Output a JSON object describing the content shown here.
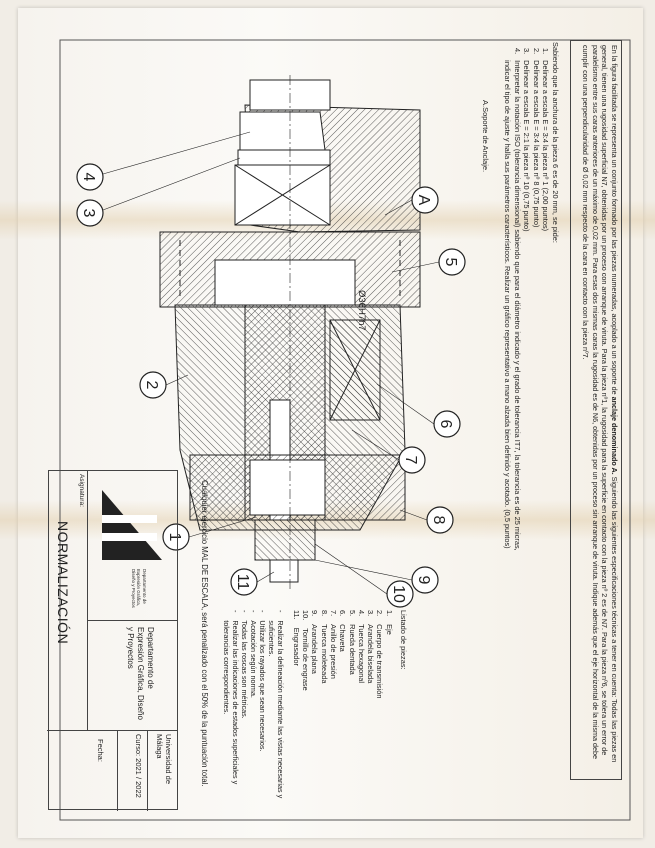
{
  "statement": {
    "intro": "En la figura facilitada se representa un conjunto formado por las piezas numeradas, acoplado a un soporte de",
    "support_name": "anclaje denominado A.",
    "rest": "Siguiendo las siguientes especificaciones técnicas a tener en cuenta: Todas las piezas en general, tienen una rugosidad superficial N7, obtenidas por un proceso con arranque de viruta. Para la pieza nº1, la rugosidad para la superficie en contacto con la pieza nº 2 es de N7. Para la pieza nº6, se tolera un error de paralelismo entre sus caras anteriores de un máximo de 0,02 mm. Para esas dos mismas caras la rugosidad es de N6, obtenidas por un proceso sin arranque de viruta. Indique además que el eje horizontal de la misma debe cumplir con una perpendicularidad de Ø 0,02 mm respecto de la cara en contacto con la pieza nº7."
  },
  "questions": {
    "lead": "Sabiendo que la anchura de la pieza 6 es de 20 mm, se pide:",
    "items": [
      {
        "n": "1.",
        "text": "Delinear a escala E = 3:4 la pieza nº 1 (2,00 puntos)"
      },
      {
        "n": "2.",
        "text": "Delinear a escala E = 3:4 la pieza nº 8 (0,75 punto)"
      },
      {
        "n": "3.",
        "text": "Delinear a escala E = 2:1 la pieza nº 10 (0,75 punto)"
      },
      {
        "n": "4.",
        "text": "Interpretar la notación ISO (tolerancia dimensional) sabiendo que para el diámetro indicado y el grado de tolerancia IT7, la tolerancia es de 25 micras, indicar el tipo de ajuste y halla sus parámetros característicos. Realizar un gráfico representativo a mano alzada bien definido y acotado. (0,5 puntos)"
      }
    ]
  },
  "support_label": "A.Soporte de Anclaje.",
  "dimension": "Ø36H7h7",
  "balloons": [
    "A",
    "5",
    "6",
    "7",
    "8",
    "9",
    "10",
    "11",
    "1",
    "2",
    "3",
    "4"
  ],
  "parts_list": {
    "title": "Listado de piezas:",
    "items": [
      {
        "n": "1.",
        "name": "Eje"
      },
      {
        "n": "2.",
        "name": "Cuerpo de transmisión"
      },
      {
        "n": "3.",
        "name": "Arandela biselada"
      },
      {
        "n": "4.",
        "name": "Tuerca hexagonal"
      },
      {
        "n": "5.",
        "name": "Rueda dentada"
      },
      {
        "n": "6.",
        "name": "Chaveta"
      },
      {
        "n": "7.",
        "name": "Anillo de presión"
      },
      {
        "n": "8.",
        "name": "Tuerca moleteada"
      },
      {
        "n": "9.",
        "name": "Arandela plana"
      },
      {
        "n": "10.",
        "name": "Tornillo de engrase"
      },
      {
        "n": "11.",
        "name": "Engrasador"
      }
    ]
  },
  "notes": [
    "Realizar la delineación mediante las vistas necesarias y suficientes.",
    "Utilizar los rayados que sean necesarios.",
    "Acotación según norma.",
    "Todas las roscas son métricas.",
    "Realizar las indicaciones de estados superficiales y tolerancias correspondientes."
  ],
  "warning": "Cualquier ejercicio MAL DE ESCALA, será penalizado con el 50% de la puntuación total.",
  "title_block": {
    "subject_label": "Asignatura:",
    "subject": "NORMALIZACIÓN",
    "logo_text": "Departamento de Expresión Gráfica, Diseño y Proyectos",
    "department": "Departamento de Expresión Gráfica, Diseño y Proyectos",
    "university": "Universidad de Málaga",
    "course": "Curso: 2021 / 2022",
    "date_label": "Fecha:"
  }
}
